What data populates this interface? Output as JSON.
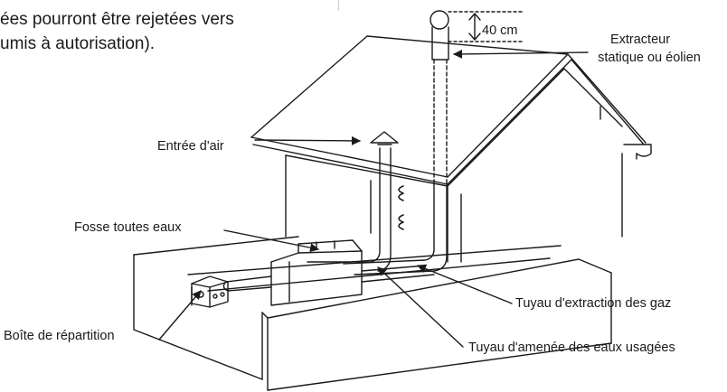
{
  "intro": {
    "line1": "ées pourront être rejetées vers",
    "line2": "umis à autorisation)."
  },
  "labels": {
    "height": "40 cm",
    "extractor_line1": "Extracteur",
    "extractor_line2": "statique ou éolien",
    "air_inlet": "Entrée d'air",
    "septic_tank": "Fosse toutes eaux",
    "distribution_box": "Boîte de répartition",
    "gas_pipe": "Tuyau d'extraction des gaz",
    "wastewater_pipe": "Tuyau d'amenée des eaux usagées"
  },
  "colors": {
    "ink": "#1a1a1a",
    "background": "#ffffff"
  }
}
